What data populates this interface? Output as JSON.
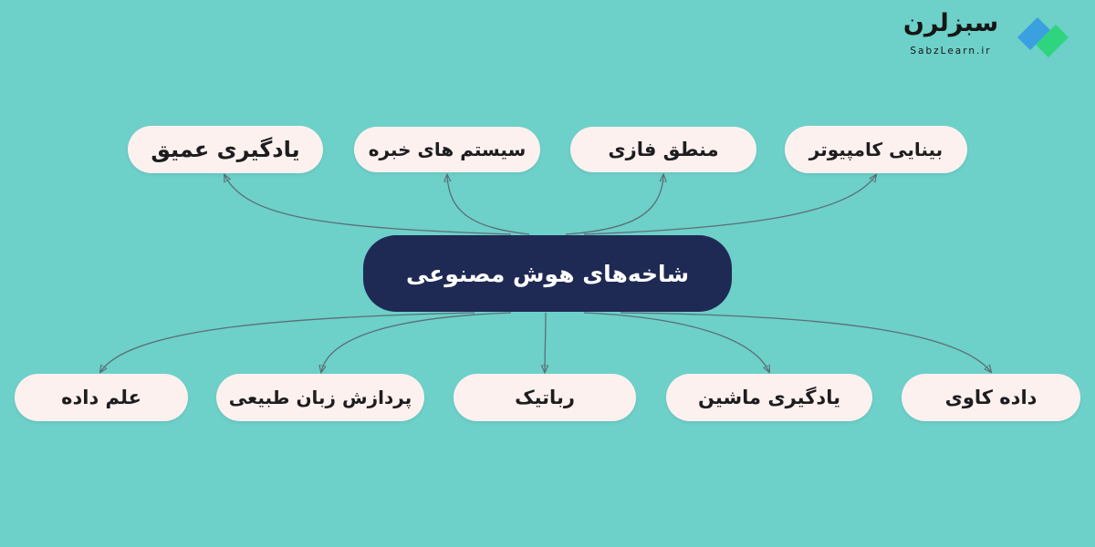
{
  "logo": {
    "title": "سبزلرن",
    "subtitle": "SabzLearn.ir",
    "colors": {
      "blue": "#3aa0e0",
      "green": "#2fd47e"
    }
  },
  "diagram": {
    "center": "شاخه‌های هوش مصنوعی",
    "top_nodes": [
      "یادگیری عمیق",
      "سیستم های خبره",
      "منطق فازی",
      "بینایی کامپیوتر"
    ],
    "bottom_nodes": [
      "علم داده",
      "پردازش زبان طبیعی",
      "رباتیک",
      "یادگیری ماشین",
      "داده کاوی"
    ]
  },
  "colors": {
    "background": "#6dd0c9",
    "node_fill": "#fdf1ef",
    "center_fill": "#1f2a54",
    "connector": "#5b6f77"
  }
}
